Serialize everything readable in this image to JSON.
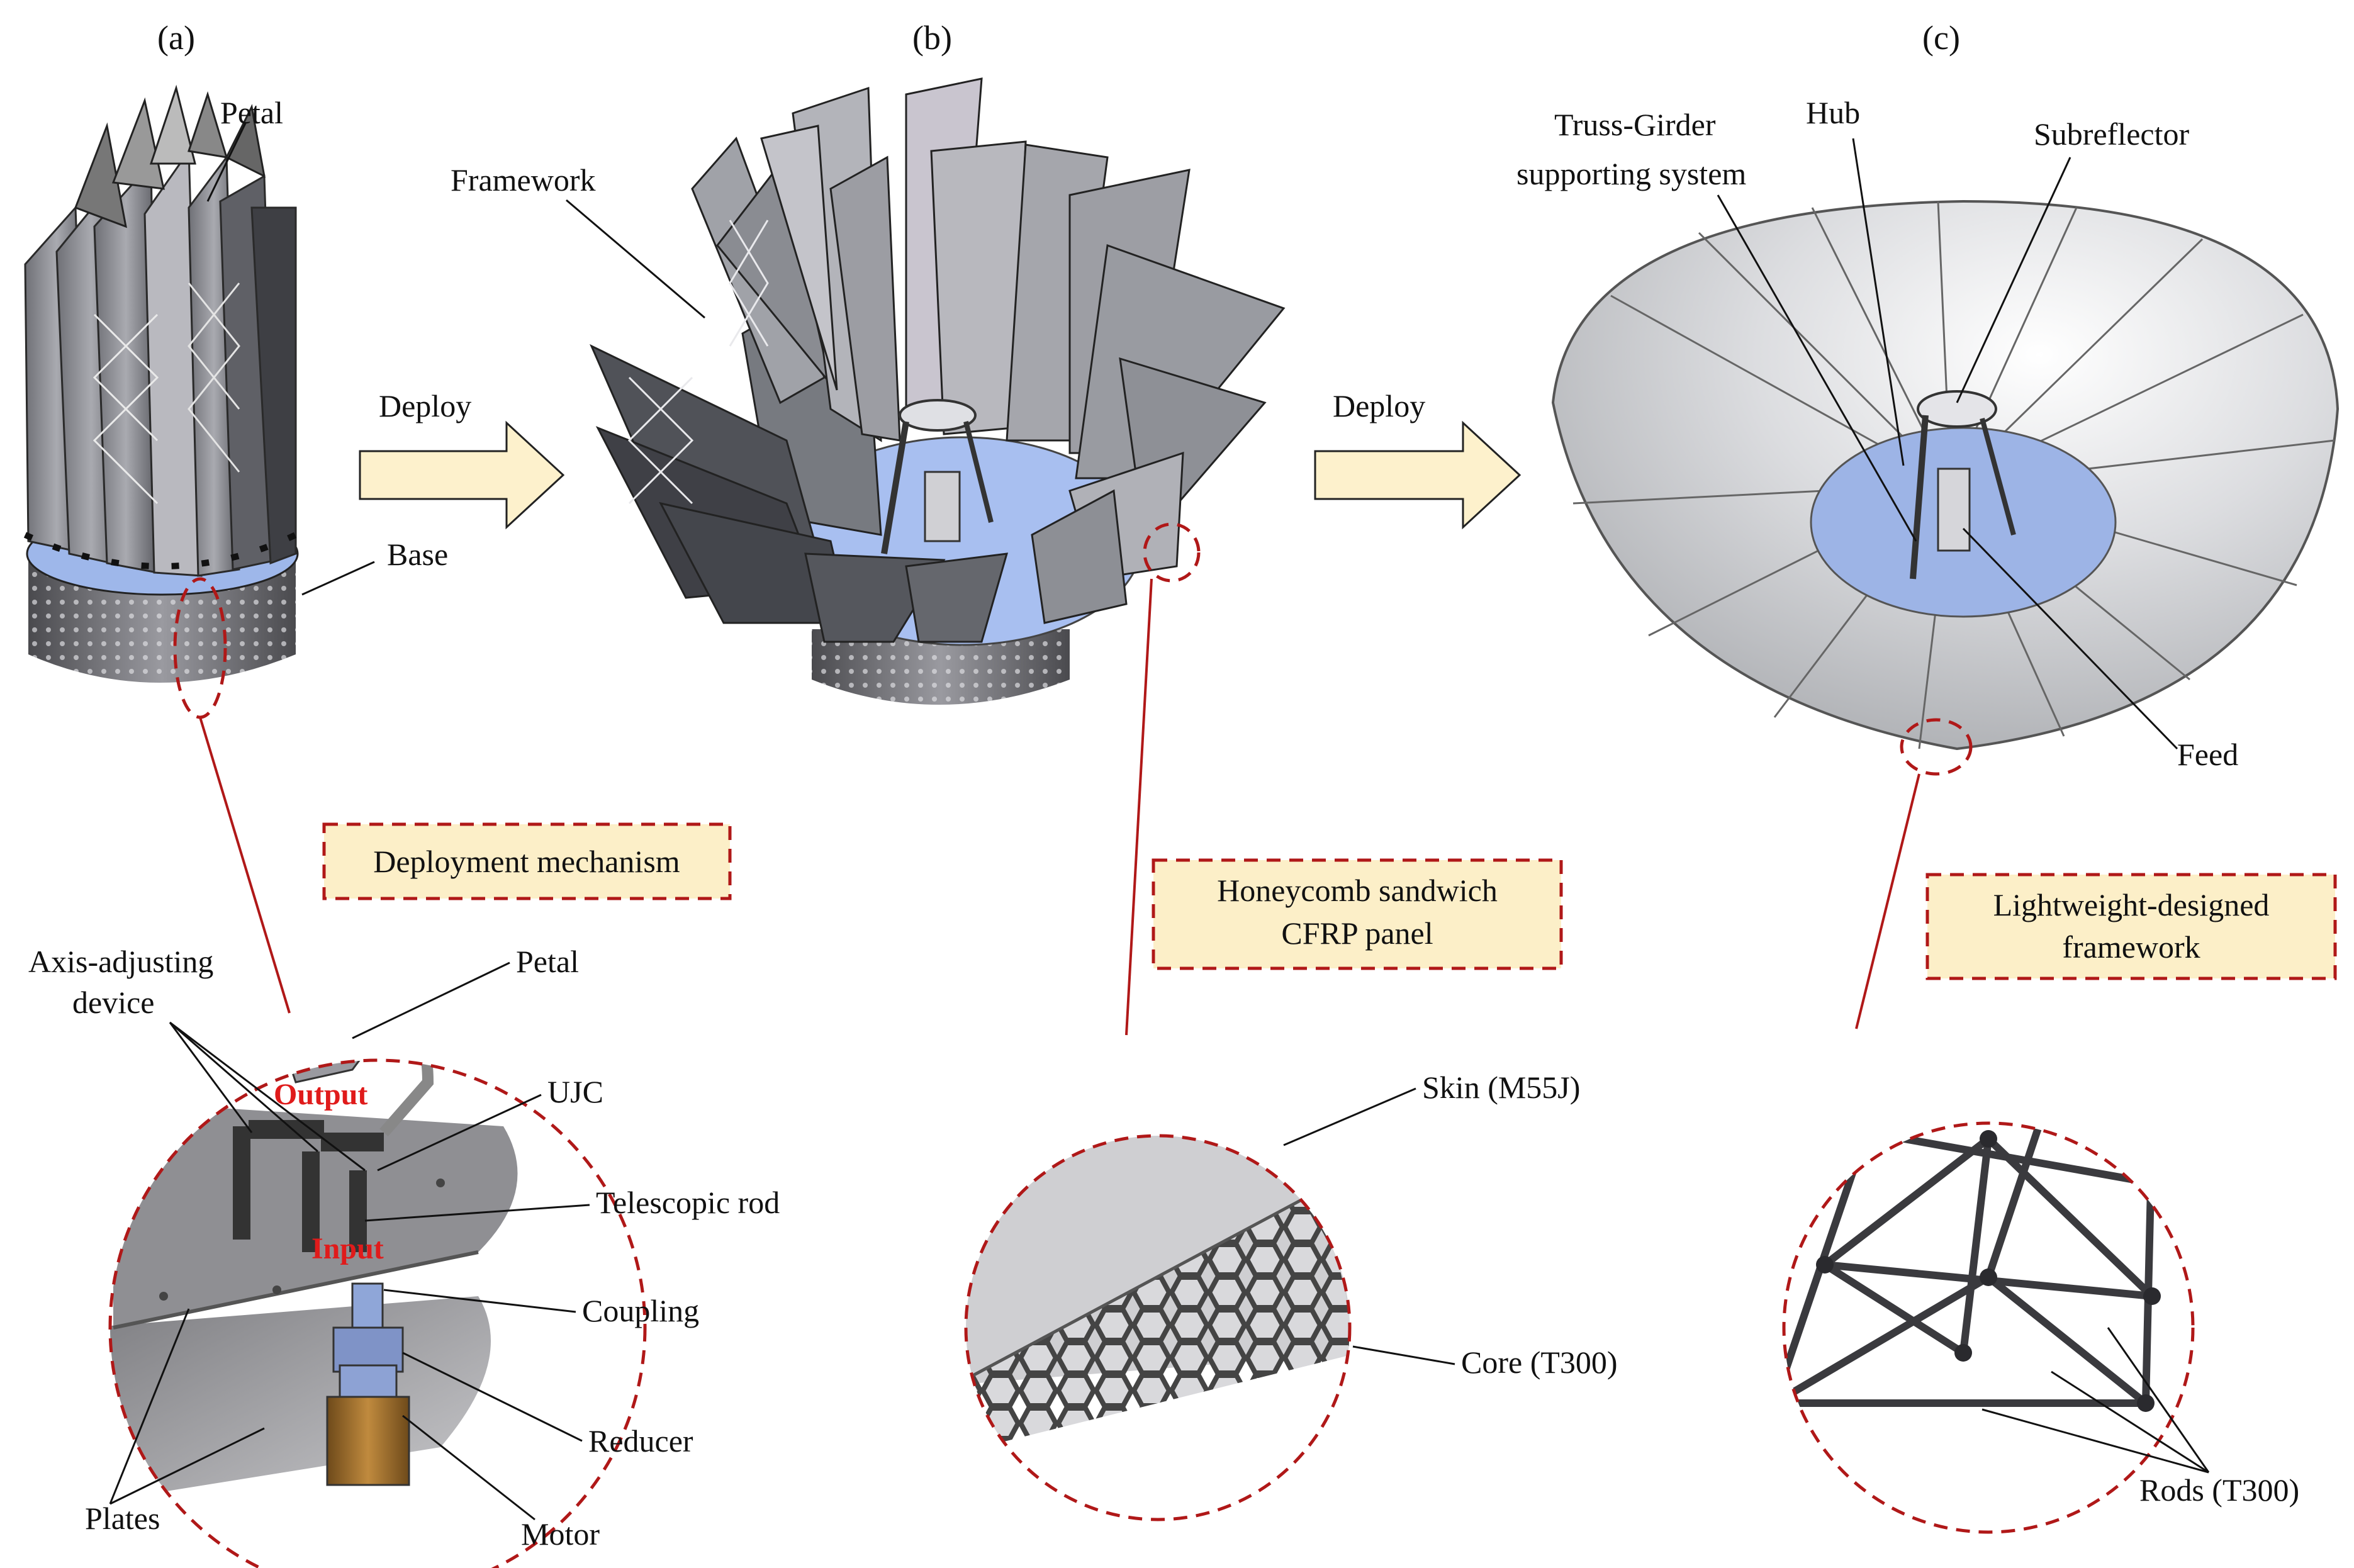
{
  "panels": {
    "a": "(a)",
    "b": "(b)",
    "c": "(c)"
  },
  "arrows": {
    "deploy_1": "Deploy",
    "deploy_2": "Deploy"
  },
  "panel_a": {
    "petal": "Petal",
    "base": "Base",
    "callout_box": "Deployment mechanism",
    "detail": {
      "axis_adjusting_line1": "Axis-adjusting",
      "axis_adjusting_line2": "device",
      "petal": "Petal",
      "output": "Output",
      "input": "Input",
      "ujc": "UJC",
      "telescopic_rod": "Telescopic rod",
      "coupling": "Coupling",
      "reducer": "Reducer",
      "plates": "Plates",
      "motor": "Motor"
    }
  },
  "panel_b": {
    "framework": "Framework",
    "callout_box_line1": "Honeycomb sandwich",
    "callout_box_line2": "CFRP panel",
    "detail": {
      "skin": "Skin (M55J)",
      "core": "Core (T300)"
    }
  },
  "panel_c": {
    "truss_line1": "Truss-Girder",
    "truss_line2": "supporting system",
    "hub": "Hub",
    "subreflector": "Subreflector",
    "feed": "Feed",
    "callout_box_line1": "Lightweight-designed",
    "callout_box_line2": "framework",
    "detail": {
      "rods": "Rods (T300)"
    }
  },
  "colors": {
    "accent_red": "#b01818",
    "label_red": "#e01b1b",
    "callout_fill": "#fcefc8",
    "arrow_fill": "#fdf1cc",
    "hub_blue": "#9db4e6",
    "petal_gray": "#8e8e94",
    "dish_gray": "#d7d8da"
  }
}
